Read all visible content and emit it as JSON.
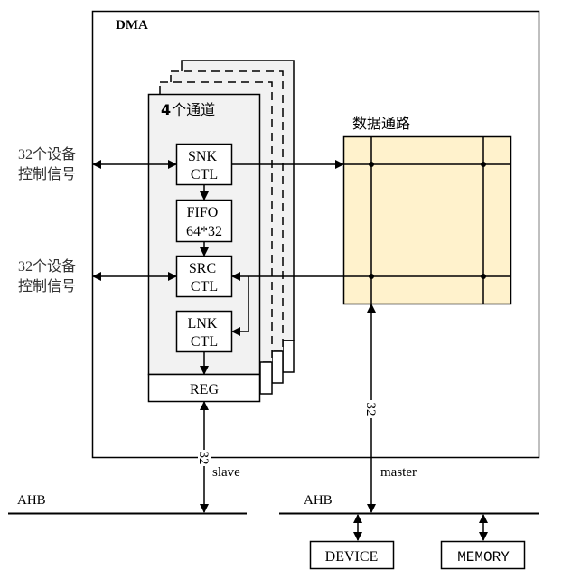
{
  "diagram": {
    "dma_label": "DMA",
    "channels": {
      "count": "4",
      "suffix": "个通道"
    },
    "blocks": {
      "snk": [
        "SNK",
        "CTL"
      ],
      "fifo": [
        "FIFO",
        "64*32"
      ],
      "src": [
        "SRC",
        "CTL"
      ],
      "lnk": [
        "LNK",
        "CTL"
      ],
      "reg": "REG"
    },
    "datapath_label": "数据通路",
    "device_signals": [
      [
        "32个设备",
        "控制信号"
      ],
      [
        "32个设备",
        "控制信号"
      ]
    ],
    "bus": {
      "left_label": "AHB",
      "right_label": "AHB",
      "slave_label": "slave",
      "slave_width": "32",
      "master_label": "master",
      "master_width": "32"
    },
    "peripherals": {
      "device": "DEVICE",
      "memory": "MEMORY"
    },
    "colors": {
      "datapath_fill": "#fff2cc",
      "channel_fill": "#f2f2f2",
      "stroke": "#000000"
    }
  }
}
